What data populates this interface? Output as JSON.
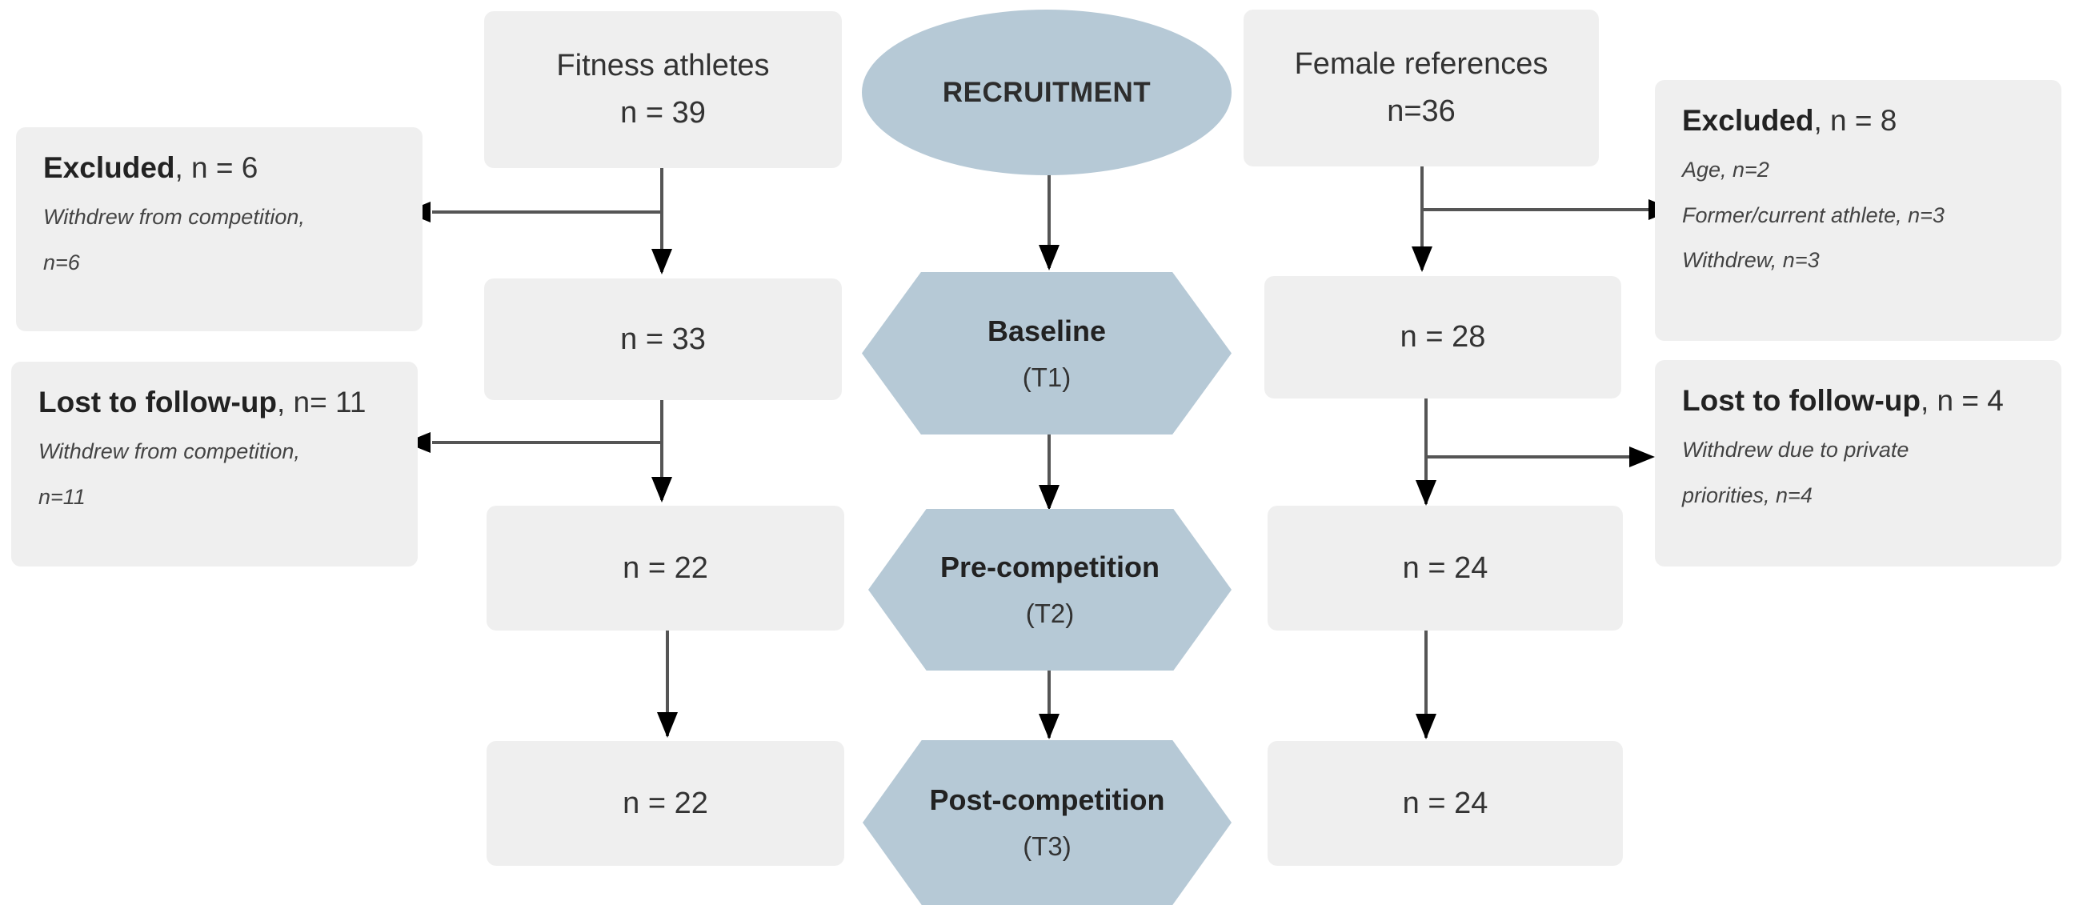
{
  "recruitment": {
    "label": "RECRUITMENT"
  },
  "stages": [
    {
      "title": "Baseline",
      "sub": "(T1)"
    },
    {
      "title": "Pre-competition",
      "sub": "(T2)"
    },
    {
      "title": "Post-competition",
      "sub": "(T3)"
    }
  ],
  "athletes": {
    "title": "Fitness athletes",
    "recruited": "n = 39",
    "counts": [
      "n = 33",
      "n = 22",
      "n = 22"
    ],
    "excluded": {
      "label": "Excluded",
      "count": ", n = 6",
      "reasons": [
        "Withdrew from competition,",
        "n=6"
      ]
    },
    "lost": {
      "label": "Lost to follow-up",
      "count": ", n= 11",
      "reasons": [
        "Withdrew from competition,",
        "n=11"
      ]
    }
  },
  "references": {
    "title": "Female references",
    "recruited": "n=36",
    "counts": [
      "n = 28",
      "n = 24",
      "n = 24"
    ],
    "excluded": {
      "label": "Excluded",
      "count": ", n = 8",
      "reasons": [
        "Age, n=2",
        "Former/current athlete, n=3",
        "Withdrew, n=3"
      ]
    },
    "lost": {
      "label": "Lost to follow-up",
      "count": ", n = 4",
      "reasons": [
        "Withdrew due to private",
        "priorities, n=4"
      ]
    }
  }
}
